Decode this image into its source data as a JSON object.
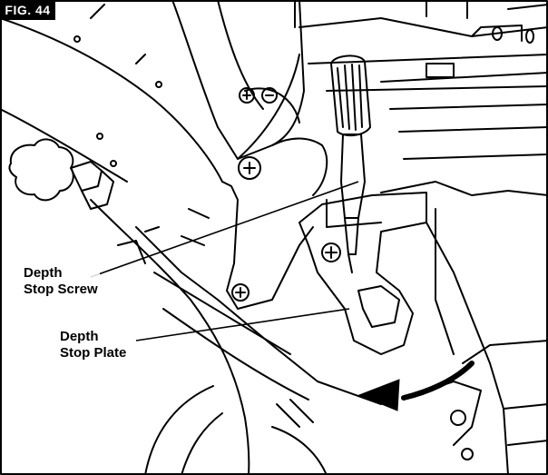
{
  "figure": {
    "tag": "FIG. 44"
  },
  "callouts": {
    "depth_stop_screw": {
      "line1": "Depth",
      "line2": "Stop Screw"
    },
    "depth_stop_plate": {
      "line1": "Depth",
      "line2": "Stop Plate"
    }
  },
  "colors": {
    "ink": "#000000",
    "paper": "#ffffff",
    "tag_background": "#000000",
    "tag_text": "#ffffff"
  },
  "icons": [
    "rotation-arrow-icon",
    "knob-icon",
    "screw-icon"
  ]
}
